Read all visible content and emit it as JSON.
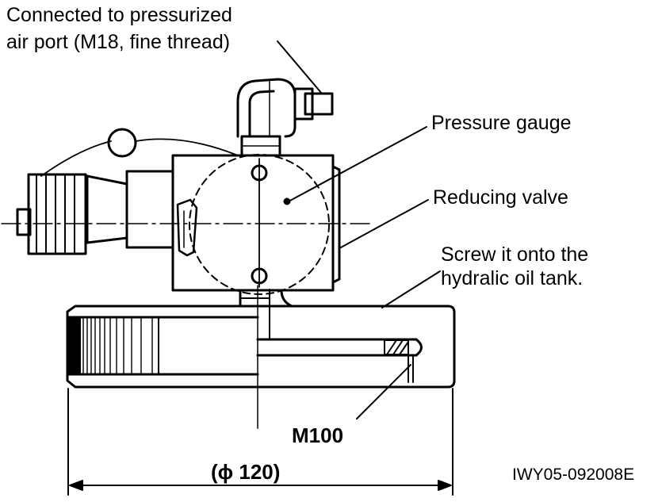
{
  "labels": {
    "air_port_line1": "Connected to pressurized",
    "air_port_line2": "air port (M18, fine thread)",
    "pressure_gauge": "Pressure gauge",
    "reducing_valve": "Reducing valve",
    "screw_line1": "Screw it onto the",
    "screw_line2": "hydralic oil tank.",
    "thread_size": "M100",
    "diameter": "(ϕ 120)",
    "figure_code": "IWY05-092008E"
  },
  "colors": {
    "ink": "#000000",
    "paper": "#ffffff"
  }
}
